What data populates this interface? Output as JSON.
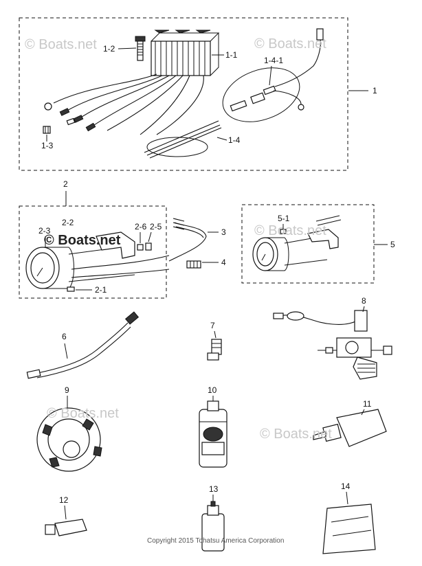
{
  "watermark": "© Boats.net",
  "copyright": "Copyright 2015 Tohatsu America Corporation",
  "callouts": {
    "p1": "1",
    "p1_1": "1-1",
    "p1_2": "1-2",
    "p1_3": "1-3",
    "p1_4": "1-4",
    "p1_4_1": "1-4-1",
    "p2": "2",
    "p2_1": "2-1",
    "p2_2": "2-2",
    "p2_3": "2-3",
    "p2_5": "2-5",
    "p2_6": "2-6",
    "p3": "3",
    "p4": "4",
    "p5": "5",
    "p5_1": "5-1",
    "p6": "6",
    "p7": "7",
    "p8": "8",
    "p9": "9",
    "p10": "10",
    "p11": "11",
    "p12": "12",
    "p13": "13",
    "p14": "14"
  }
}
